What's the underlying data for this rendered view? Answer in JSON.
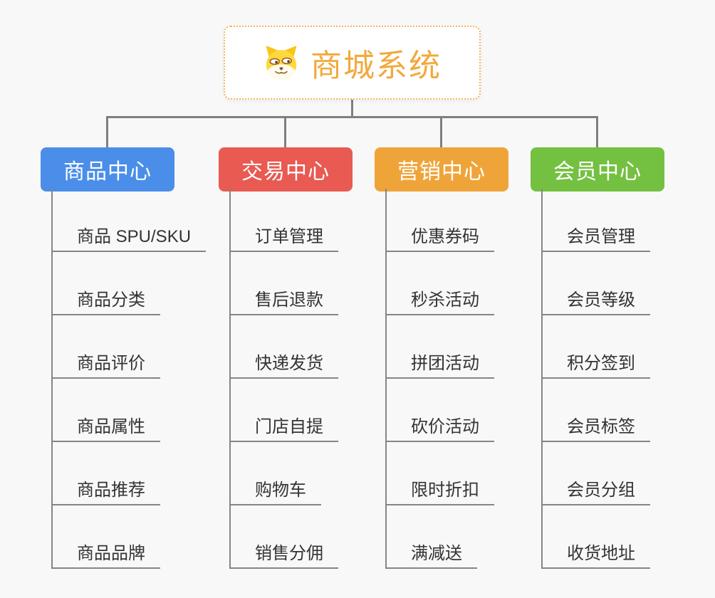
{
  "background": "#f8f8f8",
  "connector_color": "#7f7f7f",
  "root": {
    "title": "商城系统",
    "icon": "doge-icon",
    "border_color": "#f3b660",
    "title_color": "#f2a93c"
  },
  "branches": [
    {
      "label": "商品中心",
      "color": "#4a8ee9",
      "children": [
        "商品 SPU/SKU",
        "商品分类",
        "商品评价",
        "商品属性",
        "商品推荐",
        "商品品牌"
      ]
    },
    {
      "label": "交易中心",
      "color": "#e85a52",
      "children": [
        "订单管理",
        "售后退款",
        "快递发货",
        "门店自提",
        "购物车",
        "销售分佣"
      ]
    },
    {
      "label": "营销中心",
      "color": "#efa43a",
      "children": [
        "优惠券码",
        "秒杀活动",
        "拼团活动",
        "砍价活动",
        "限时折扣",
        "满减送"
      ]
    },
    {
      "label": "会员中心",
      "color": "#74c041",
      "children": [
        "会员管理",
        "会员等级",
        "积分签到",
        "会员标签",
        "会员分组",
        "收货地址"
      ]
    }
  ]
}
